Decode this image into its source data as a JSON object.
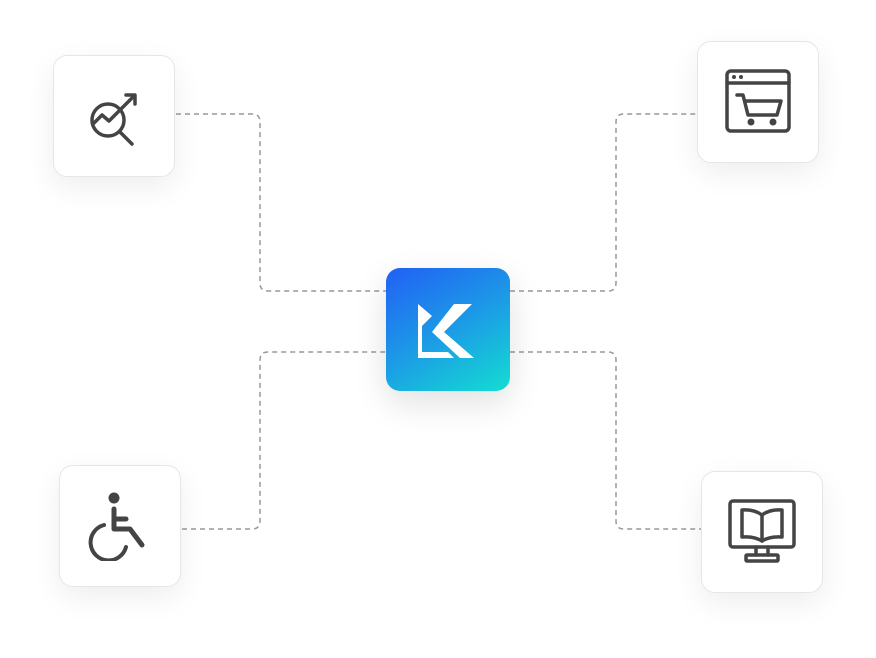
{
  "hub": {
    "icon": "k-logo-icon",
    "gradient": [
      "#2160f5",
      "#13ddd2"
    ]
  },
  "nodes": [
    {
      "position": "top-left",
      "icon": "analytics-search-icon"
    },
    {
      "position": "top-right",
      "icon": "ecommerce-cart-icon"
    },
    {
      "position": "bottom-left",
      "icon": "wheelchair-accessibility-icon"
    },
    {
      "position": "bottom-right",
      "icon": "monitor-book-icon"
    }
  ],
  "colors": {
    "icon": "#444444",
    "connector": "#999999",
    "card_border": "#e6e6e6"
  }
}
